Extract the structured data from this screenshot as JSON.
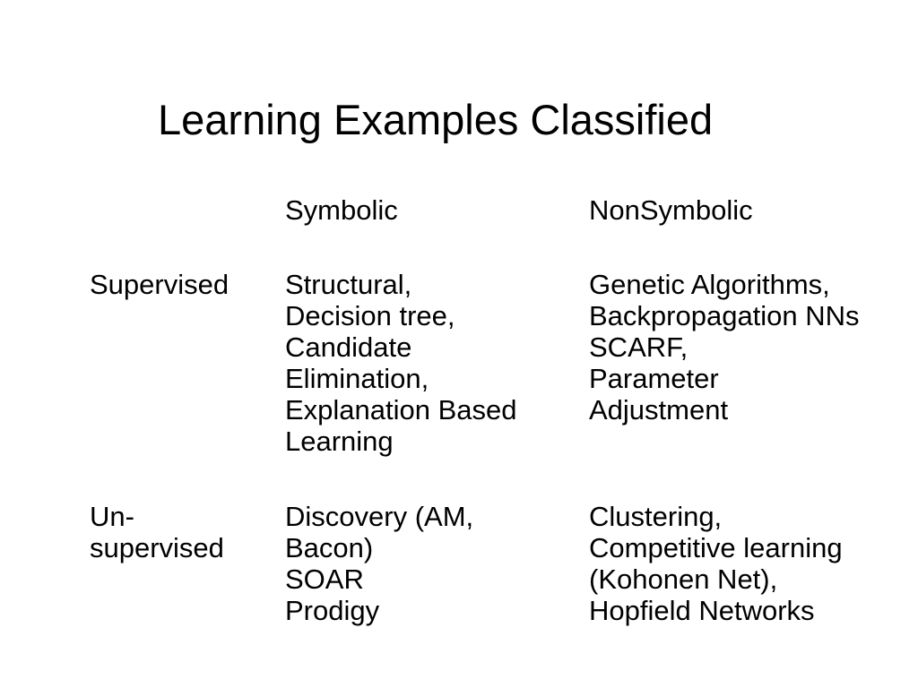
{
  "slide": {
    "title": "Learning Examples Classified"
  },
  "table": {
    "columns": [
      "",
      "Symbolic",
      "NonSymbolic"
    ],
    "rows": [
      {
        "label": [
          "Supervised"
        ],
        "symbolic": [
          "Structural,",
          "Decision tree,",
          "Candidate",
          "Elimination,",
          "Explanation Based",
          "Learning"
        ],
        "nonsymbolic": [
          "Genetic Algorithms,",
          "Backpropagation NNs",
          "SCARF,",
          "Parameter",
          "Adjustment"
        ]
      },
      {
        "label": [
          "Un-",
          "supervised"
        ],
        "symbolic": [
          "Discovery (AM,",
          "Bacon)",
          "SOAR",
          "Prodigy"
        ],
        "nonsymbolic": [
          "Clustering,",
          "Competitive learning",
          "(Kohonen Net),",
          "Hopfield Networks"
        ]
      }
    ]
  }
}
